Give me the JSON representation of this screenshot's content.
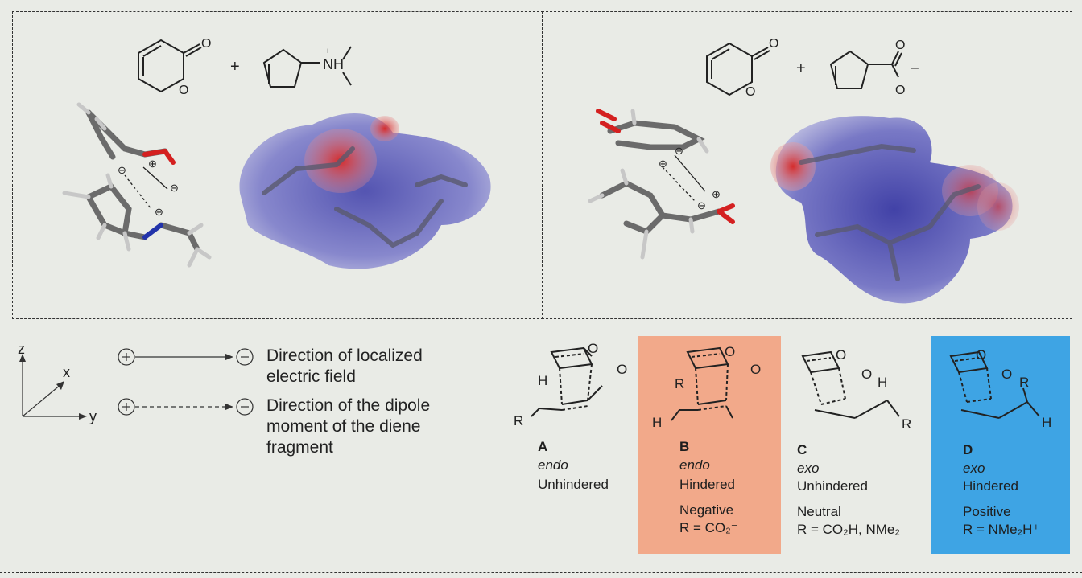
{
  "top_left": {
    "plus": "+",
    "pyrone_o_ring": "O",
    "pyrone_o_carbonyl": "O",
    "amine_label": "NH",
    "amine_charge": "+",
    "dipole_signs": [
      "⊕",
      "⊖",
      "⊖",
      "⊕"
    ]
  },
  "top_right": {
    "plus": "+",
    "pyrone_o_ring": "O",
    "pyrone_o_carbonyl": "O",
    "carboxylate_o_top": "O",
    "carboxylate_o_bottom": "O",
    "carboxylate_charge": "–",
    "dipole_signs": [
      "⊕",
      "⊖",
      "⊖",
      "⊕"
    ]
  },
  "axes": {
    "z": "z",
    "x": "x",
    "y": "y"
  },
  "legend": [
    {
      "style": "solid",
      "lines": [
        "Direction of localized",
        "electric field"
      ]
    },
    {
      "style": "dashed",
      "lines": [
        "Direction of the dipole",
        "moment of the diene",
        "fragment"
      ]
    }
  ],
  "structures": [
    {
      "letter": "A",
      "mode": "endo",
      "hindrance": "Unhindered",
      "charge": "",
      "r": "",
      "atoms": [
        "H",
        "R",
        "O",
        "O"
      ]
    },
    {
      "letter": "B",
      "mode": "endo",
      "hindrance": "Hindered",
      "charge": "Negative",
      "r": "R = CO₂⁻",
      "atoms": [
        "R",
        "H",
        "O",
        "O"
      ],
      "bg": "#f2a98a"
    },
    {
      "letter": "C",
      "mode": "exo",
      "hindrance": "Unhindered",
      "charge": "Neutral",
      "r": "R = CO₂H, NMe₂",
      "atoms": [
        "O",
        "O",
        "H",
        "R"
      ]
    },
    {
      "letter": "D",
      "mode": "exo",
      "hindrance": "Hindered",
      "charge": "Positive",
      "r": "R = NMe₂H⁺",
      "atoms": [
        "O",
        "O",
        "R",
        "H"
      ],
      "bg": "#3ea4e4"
    }
  ]
}
